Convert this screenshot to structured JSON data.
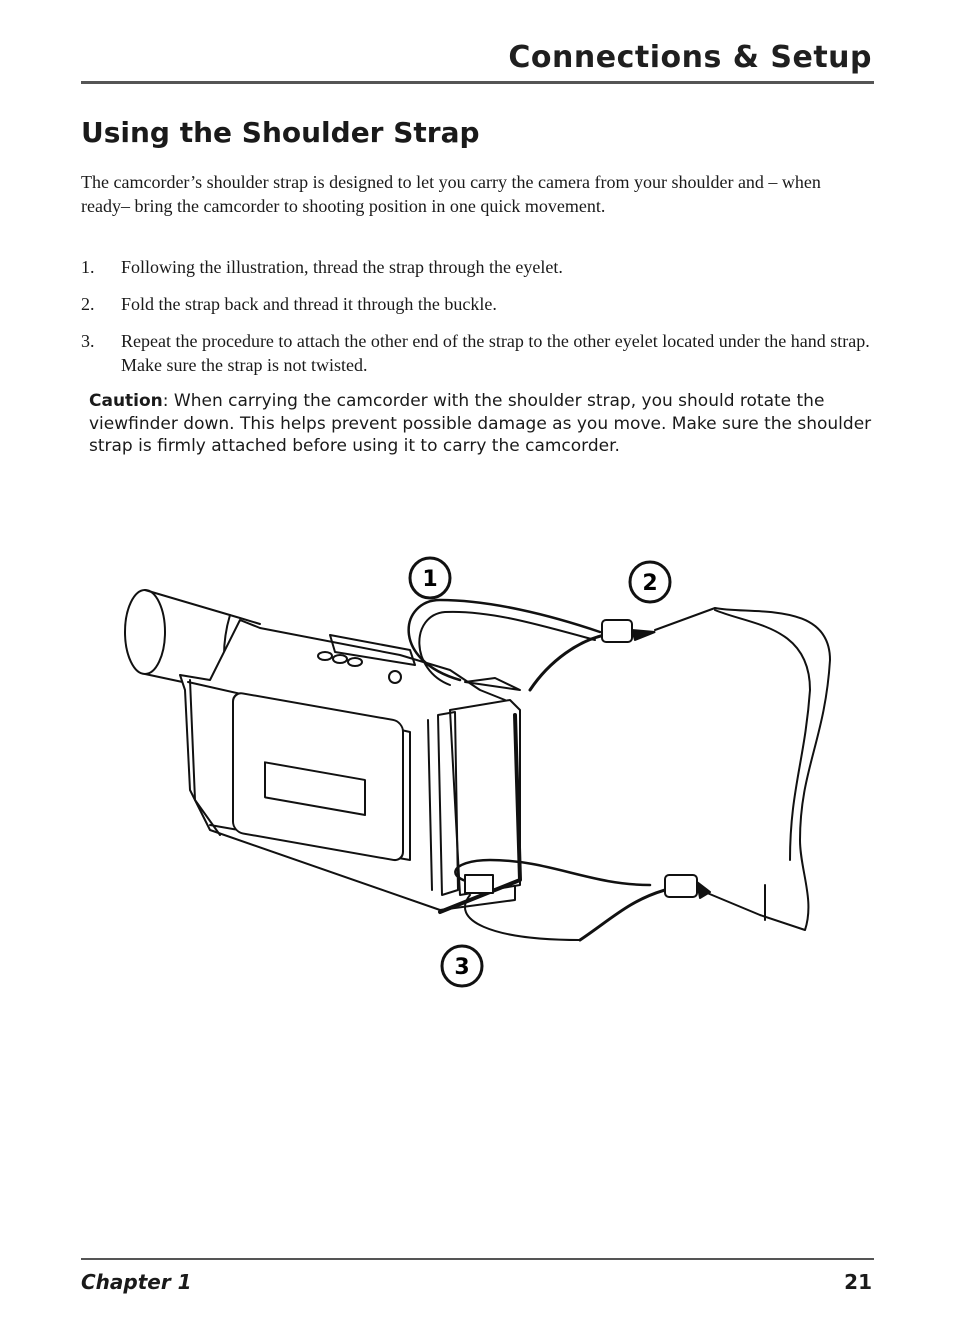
{
  "header": {
    "section": "Connections & Setup"
  },
  "title": "Using the Shoulder Strap",
  "intro": "The camcorder’s shoulder strap is designed to let you carry the camera from your shoulder and – when ready– bring the camcorder to shooting position in one quick movement.",
  "steps": [
    {
      "num": "1.",
      "text": "Following the illustration, thread the strap through the eyelet."
    },
    {
      "num": "2.",
      "text": "Fold the strap back and thread it through the buckle."
    },
    {
      "num": "3.",
      "text": "Repeat the procedure to attach the other end of the strap to the other eyelet located under the hand strap. Make sure the strap is not twisted."
    }
  ],
  "caution": {
    "label": "Caution",
    "text": ": When carrying the camcorder with the shoulder strap, you should rotate the viewfinder down. This helps prevent possible damage as you move. Make sure the shoulder strap is firmly attached before using it to carry the camcorder."
  },
  "figure": {
    "callouts": [
      "1",
      "2",
      "3"
    ]
  },
  "footer": {
    "chapter": "Chapter 1",
    "page": "21"
  }
}
